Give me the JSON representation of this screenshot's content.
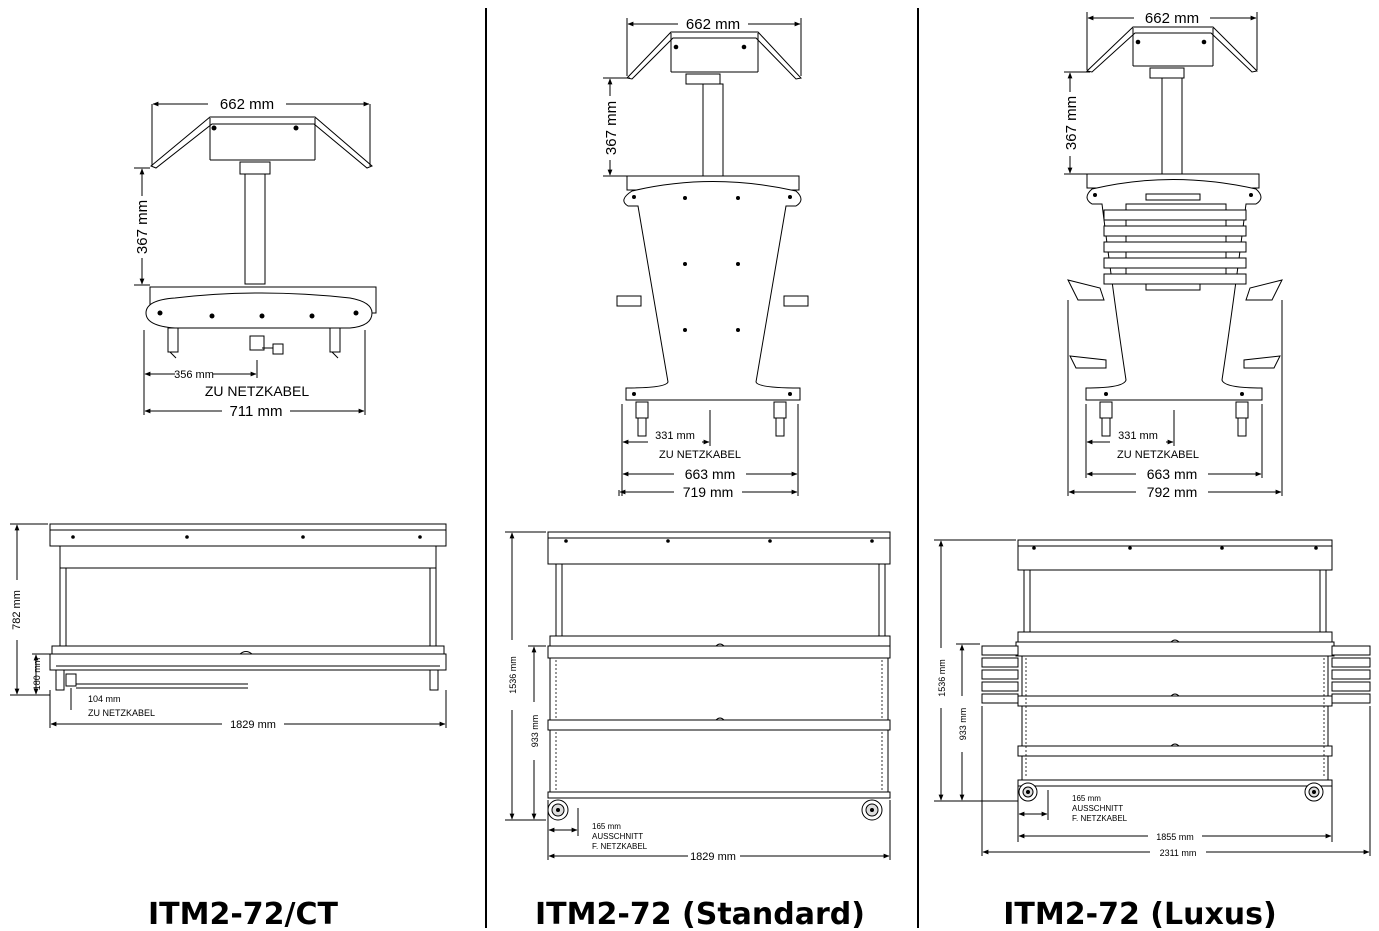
{
  "panels": [
    {
      "title": "ITM2-72/CT",
      "top_view": {
        "top_width": "662 mm",
        "post_height": "367 mm",
        "cable_offset": "356 mm",
        "cable_label": "ZU NETZKABEL",
        "base_width": "711 mm"
      },
      "front_view": {
        "height": "782 mm",
        "shelf_height": "180 mm",
        "cable_offset": "104 mm",
        "cable_label": "ZU NETZKABEL",
        "length": "1829 mm"
      }
    },
    {
      "title": "ITM2-72 (Standard)",
      "top_view": {
        "top_width": "662 mm",
        "post_height": "367 mm",
        "cable_offset": "331 mm",
        "cable_label": "ZU NETZKABEL",
        "inner_width": "663 mm",
        "base_width": "719 mm"
      },
      "front_view": {
        "height": "1536 mm",
        "lower_height": "933 mm",
        "cutout": "165 mm",
        "cutout_l1": "AUSSCHNITT",
        "cutout_l2": "F. NETZKABEL",
        "length": "1829 mm"
      }
    },
    {
      "title": "ITM2-72 (Luxus)",
      "top_view": {
        "top_width": "662 mm",
        "post_height": "367 mm",
        "cable_offset": "331 mm",
        "cable_label": "ZU NETZKABEL",
        "inner_width": "663 mm",
        "base_width": "792 mm"
      },
      "front_view": {
        "height": "1536 mm",
        "lower_height": "933 mm",
        "cutout": "165 mm",
        "cutout_l1": "AUSSCHNITT",
        "cutout_l2": "F. NETZKABEL",
        "inner_length": "1855 mm",
        "length": "2311 mm"
      }
    }
  ]
}
